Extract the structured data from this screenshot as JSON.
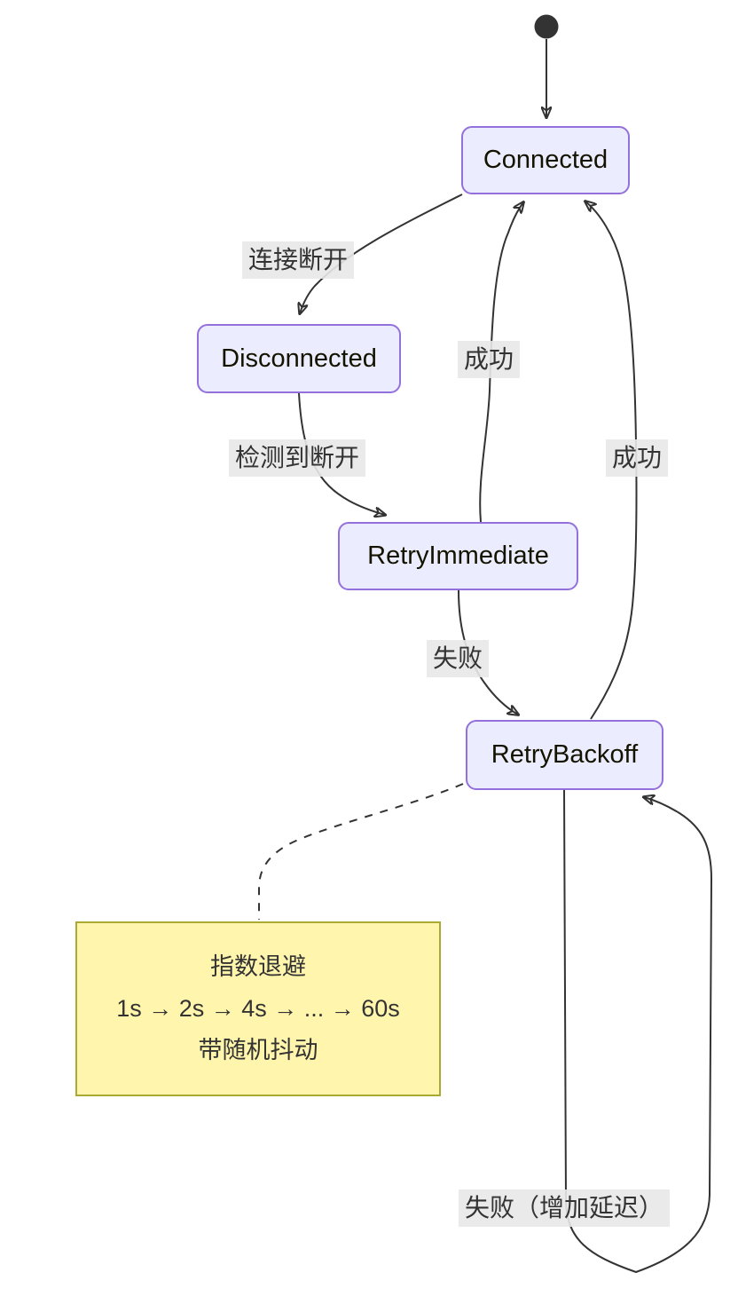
{
  "diagram": {
    "type": "state-diagram",
    "colors": {
      "background": "#ffffff",
      "state_fill": "#ECECFF",
      "state_border": "#9370DB",
      "state_text": "#131300",
      "edge_stroke": "#333333",
      "edge_label_bg": "#e8e8e8",
      "edge_label_text": "#333333",
      "note_fill": "#fff5ad",
      "note_border": "#aaaa33",
      "initial_dot": "#333333"
    },
    "states": [
      {
        "id": "connected",
        "label": "Connected"
      },
      {
        "id": "disconnected",
        "label": "Disconnected"
      },
      {
        "id": "retryimmediate",
        "label": "RetryImmediate"
      },
      {
        "id": "retrybackoff",
        "label": "RetryBackoff"
      }
    ],
    "transitions": [
      {
        "from": "[*]",
        "to": "Connected",
        "label": ""
      },
      {
        "from": "Connected",
        "to": "Disconnected",
        "label": "连接断开"
      },
      {
        "from": "Disconnected",
        "to": "RetryImmediate",
        "label": "检测到断开"
      },
      {
        "from": "RetryImmediate",
        "to": "Connected",
        "label": "成功"
      },
      {
        "from": "RetryBackoff",
        "to": "Connected",
        "label": "成功"
      },
      {
        "from": "RetryImmediate",
        "to": "RetryBackoff",
        "label": "失败"
      },
      {
        "from": "RetryBackoff",
        "to": "RetryBackoff",
        "label": "失败（增加延迟）"
      }
    ],
    "note": {
      "attached_to": "RetryBackoff",
      "lines": [
        "指数退避",
        "1s → 2s → 4s → ... → 60s",
        "带随机抖动"
      ]
    }
  }
}
